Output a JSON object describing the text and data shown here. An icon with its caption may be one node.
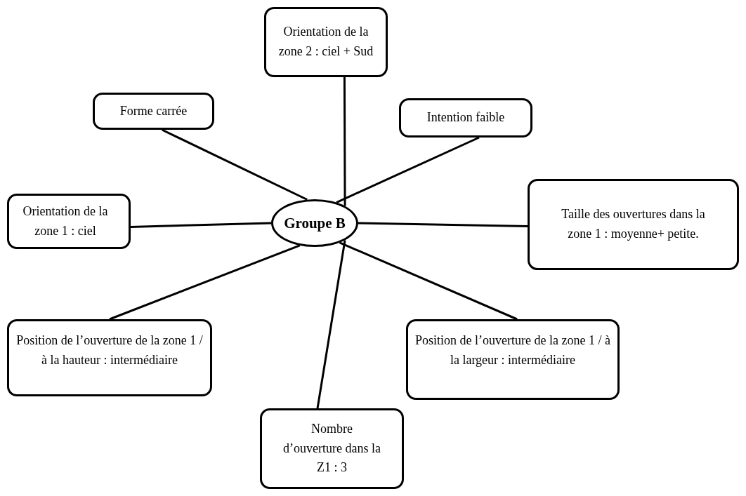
{
  "diagram": {
    "nodes": [
      {
        "text": [
          "Orientation de la zone 2 : ciel + Sud"
        ]
      },
      {
        "text": [
          "Forme carrée"
        ]
      },
      {
        "text": [
          "Intention faible"
        ]
      },
      {
        "text": [
          "Orientation de la zone 1 : ciel"
        ]
      },
      {
        "text": [
          "Groupe B"
        ]
      },
      {
        "text": [
          "Taille des ouvertures dans la zone 1 : moyenne+ petite."
        ]
      },
      {
        "text": [
          "Position de l’ouverture de la zone 1 / à la hauteur : intermédiaire"
        ]
      },
      {
        "text": [
          "Position de l’ouverture de la zone 1 / à la largeur : intermédiaire"
        ]
      },
      {
        "text": [
          "Nombre d’ouverture dans la Z1 : 3"
        ]
      }
    ],
    "edges": [
      {
        "from": 4,
        "to": 0,
        "arrow": "none"
      },
      {
        "from": 4,
        "to": 1,
        "arrow": "none"
      },
      {
        "from": 4,
        "to": 2,
        "arrow": "none"
      },
      {
        "from": 4,
        "to": 3,
        "arrow": "none"
      },
      {
        "from": 4,
        "to": 5,
        "arrow": "none"
      },
      {
        "from": 4,
        "to": 6,
        "arrow": "none"
      },
      {
        "from": 4,
        "to": 7,
        "arrow": "none"
      },
      {
        "from": 4,
        "to": 8,
        "arrow": "none"
      }
    ]
  }
}
